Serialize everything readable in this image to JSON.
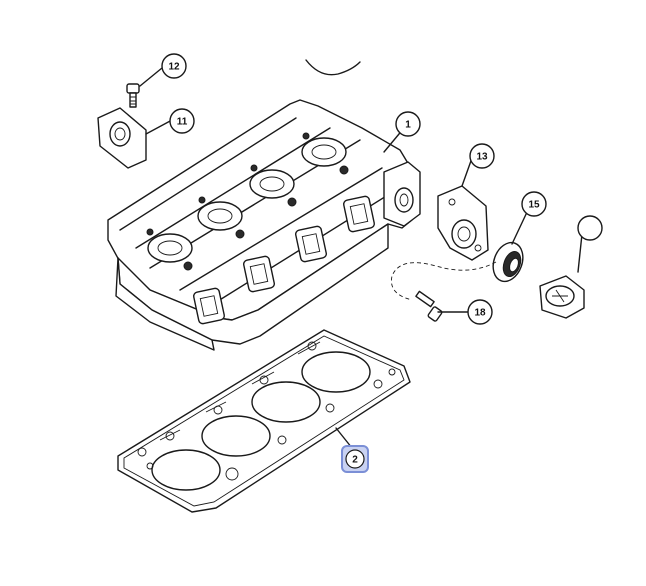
{
  "diagram": {
    "callouts": [
      {
        "id": "callout-1",
        "label": "1"
      },
      {
        "id": "callout-2",
        "label": "2",
        "highlighted": true
      },
      {
        "id": "callout-11",
        "label": "11"
      },
      {
        "id": "callout-12",
        "label": "12"
      },
      {
        "id": "callout-13",
        "label": "13"
      },
      {
        "id": "callout-15",
        "label": "15"
      },
      {
        "id": "callout-18",
        "label": "18"
      }
    ],
    "highlight_color": "#7b8fd6",
    "highlight_fill": "#c9d2f2"
  }
}
